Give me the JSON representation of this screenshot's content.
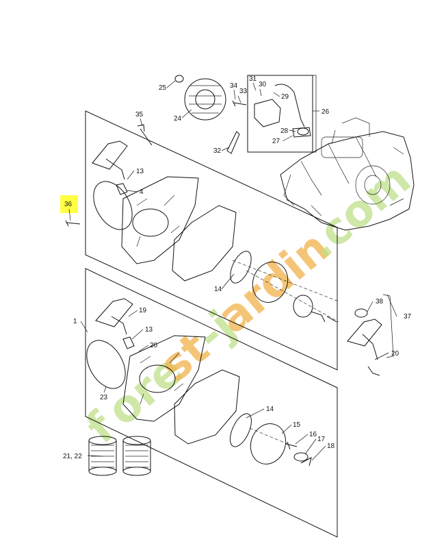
{
  "callouts": [
    {
      "id": "c25",
      "label": "25"
    },
    {
      "id": "c24",
      "label": "24"
    },
    {
      "id": "c34",
      "label": "34"
    },
    {
      "id": "c33",
      "label": "33"
    },
    {
      "id": "c31",
      "label": "31"
    },
    {
      "id": "c30",
      "label": "30"
    },
    {
      "id": "c29",
      "label": "29"
    },
    {
      "id": "c26",
      "label": "26"
    },
    {
      "id": "c28",
      "label": "28"
    },
    {
      "id": "c27",
      "label": "27"
    },
    {
      "id": "c32",
      "label": "32"
    },
    {
      "id": "c35",
      "label": "35"
    },
    {
      "id": "c13a",
      "label": "13"
    },
    {
      "id": "c4",
      "label": "4"
    },
    {
      "id": "c36",
      "label": "36"
    },
    {
      "id": "c14a",
      "label": "14"
    },
    {
      "id": "c38",
      "label": "38"
    },
    {
      "id": "c37",
      "label": "37"
    },
    {
      "id": "c20a",
      "label": "20"
    },
    {
      "id": "c1",
      "label": "1"
    },
    {
      "id": "c19",
      "label": "19"
    },
    {
      "id": "c13b",
      "label": "13"
    },
    {
      "id": "c20b",
      "label": "20"
    },
    {
      "id": "c23",
      "label": "23"
    },
    {
      "id": "c14b",
      "label": "14"
    },
    {
      "id": "c15",
      "label": "15"
    },
    {
      "id": "c16",
      "label": "16"
    },
    {
      "id": "c17",
      "label": "17"
    },
    {
      "id": "c18",
      "label": "18"
    },
    {
      "id": "c2122",
      "label": "21, 22"
    }
  ],
  "watermark": "forest-jardin.com",
  "highlight_color": "#ffff44"
}
